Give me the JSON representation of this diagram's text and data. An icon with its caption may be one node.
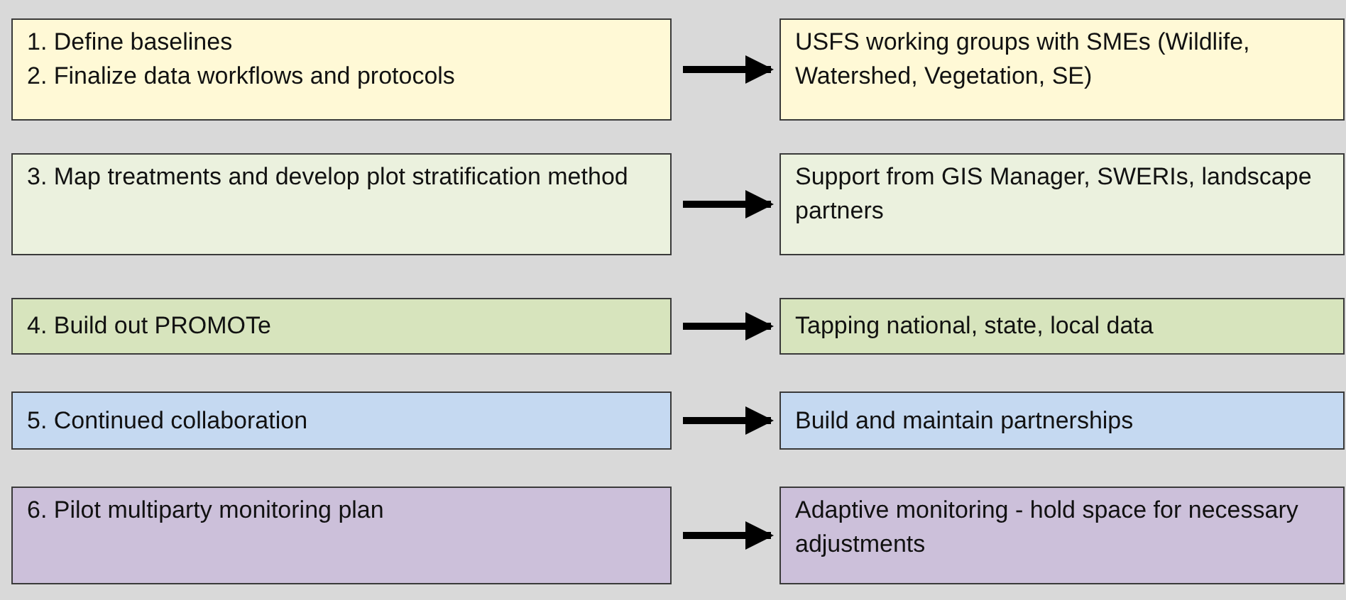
{
  "diagram": {
    "nodes": [
      {
        "text": [
          "1. Define baselines",
          "2. Finalize data workflows and protocols"
        ]
      },
      {
        "text": [
          "USFS working groups with SMEs (Wildlife, Watershed, Vegetation, SE)"
        ]
      },
      {
        "text": [
          "3. Map treatments and develop plot stratification method"
        ]
      },
      {
        "text": [
          "Support from GIS Manager, SWERIs, landscape partners"
        ]
      },
      {
        "text": [
          "4. Build out PROMOTe"
        ]
      },
      {
        "text": [
          "Tapping national, state, local data"
        ]
      },
      {
        "text": [
          "5. Continued collaboration"
        ]
      },
      {
        "text": [
          "Build and maintain partnerships"
        ]
      },
      {
        "text": [
          "6. Pilot multiparty monitoring plan"
        ]
      },
      {
        "text": [
          "Adaptive monitoring - hold space for necessary adjustments"
        ]
      }
    ],
    "edges": [
      {
        "from": 0,
        "to": 1,
        "arrow": "to"
      },
      {
        "from": 2,
        "to": 3,
        "arrow": "to"
      },
      {
        "from": 4,
        "to": 5,
        "arrow": "to"
      },
      {
        "from": 6,
        "to": 7,
        "arrow": "to"
      },
      {
        "from": 8,
        "to": 9,
        "arrow": "to"
      }
    ]
  }
}
